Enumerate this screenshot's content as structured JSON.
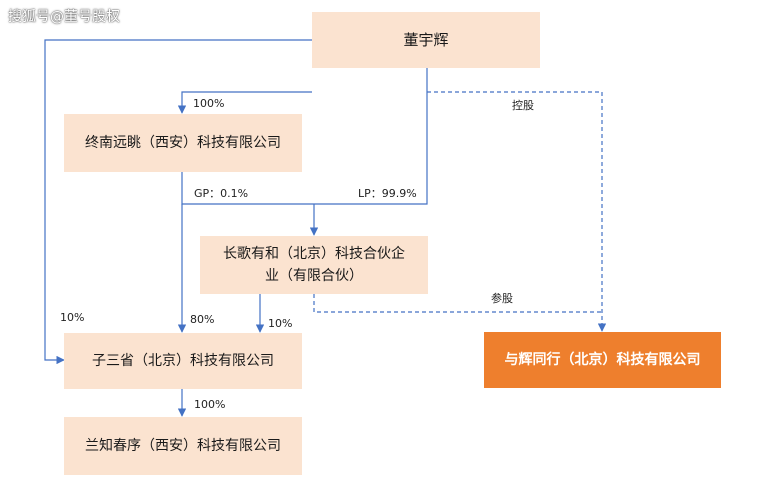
{
  "watermark": "搜狐号@董号股权",
  "colors": {
    "box_fill": "#fbe3d0",
    "accent_fill": "#ee7f2d",
    "line": "#4472c4"
  },
  "nodes": {
    "dong_yuhui": "董宇辉",
    "zhongnan_yuantiao": "终南远眺（西安）科技有限公司",
    "changge_youhe_line1": "长歌有和（北京）科技合伙企",
    "changge_youhe_line2": "业（有限合伙）",
    "zisansheng": "子三省（北京）科技有限公司",
    "lanzhi_chunxu": "兰知春序（西安）科技有限公司",
    "yuhui_tongxing": "与辉同行（北京）科技有限公司"
  },
  "edges": {
    "dong_to_zhongnan": "100%",
    "dong_to_yuhui_control": "控股",
    "gp": "GP：0.1%",
    "lp": "LP：99.9%",
    "changge_to_yuhui": "参股",
    "dong_to_zisansheng": "10%",
    "zhongnan_to_zisansheng": "80%",
    "changge_to_zisansheng": "10%",
    "zisansheng_to_lanzhi": "100%"
  }
}
